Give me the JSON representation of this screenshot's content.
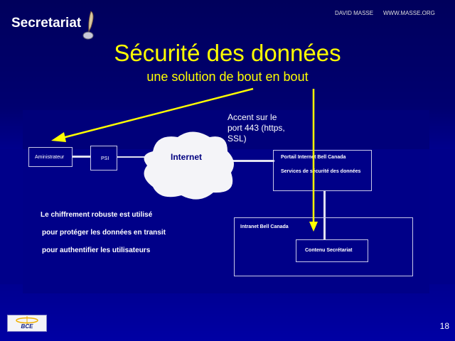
{
  "header": {
    "brand": "Secretariat",
    "author": "DAVID MASSE",
    "website": "WWW.MASSE.ORG"
  },
  "slide": {
    "title": "Sécurité des données",
    "subtitle": "une solution de bout en bout",
    "page_number": "18"
  },
  "diagram": {
    "admin": "Aministrateur",
    "isp": "PSI",
    "cloud": "Internet",
    "note": [
      "Accent sur le",
      "port 443 (https,",
      "SSL)"
    ],
    "portal_title": "Portail Internet Bell Canada",
    "portal_services": "Services de sécurité des données",
    "intranet": "Intranet Bell Canada",
    "content": "Contenu Secrétariat"
  },
  "bullets": [
    "Le chiffrement robuste est utilisé",
    "pour protéger les données en transit",
    "pour authentifier les utilisateurs"
  ],
  "logo": {
    "text": "BCE"
  },
  "colors": {
    "accent": "#ffff00",
    "background": "#000080"
  }
}
